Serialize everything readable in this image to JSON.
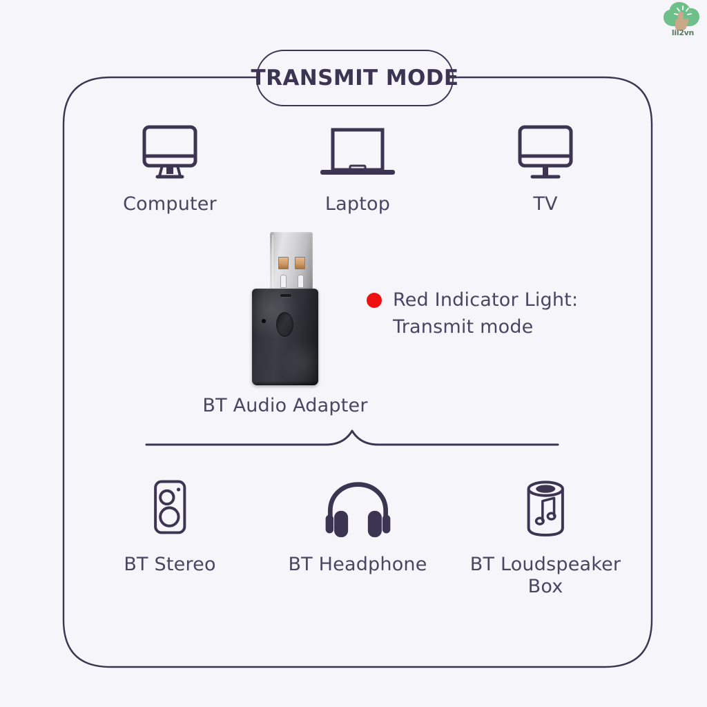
{
  "meta": {
    "background_color": "#f5f5fa",
    "line_color": "#3b3552",
    "text_color": "#4a4560"
  },
  "watermark": {
    "name": "lil2vn",
    "label": "lil2vn",
    "leaf_color": "#6fbf8b",
    "hand_color": "#c9a88a"
  },
  "title": {
    "text": "TRANSMIT MODE"
  },
  "sources": {
    "items": [
      {
        "icon": "desktop-computer-icon",
        "label": "Computer"
      },
      {
        "icon": "laptop-icon",
        "label": "Laptop"
      },
      {
        "icon": "tv-icon",
        "label": "TV"
      }
    ]
  },
  "adapter": {
    "label": "BT Audio Adapter",
    "icon": "usb-bluetooth-adapter-photo"
  },
  "indicator": {
    "dot_color": "#ee1111",
    "line1": "Red Indicator Light:",
    "line2": "Transmit mode"
  },
  "sinks": {
    "items": [
      {
        "icon": "bt-stereo-speaker-icon",
        "label": "BT Stereo"
      },
      {
        "icon": "bt-headphone-icon",
        "label": "BT Headphone"
      },
      {
        "icon": "bt-loudspeaker-box-icon",
        "label": "BT Loudspeaker\nBox"
      }
    ]
  }
}
